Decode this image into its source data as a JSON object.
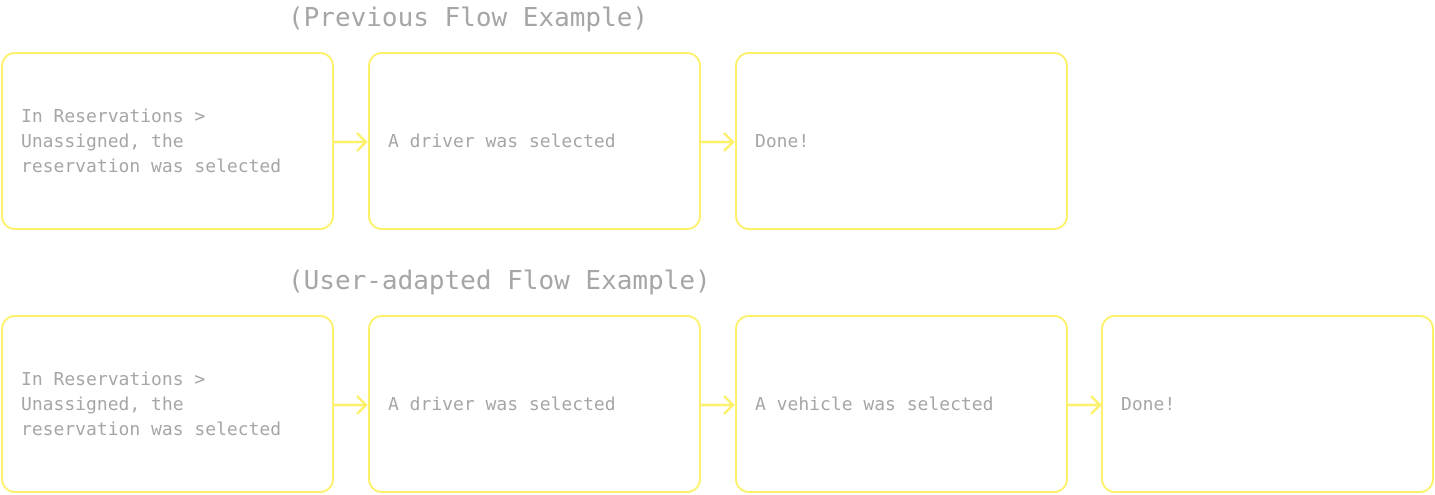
{
  "colors": {
    "box_border": "#fdf06a",
    "arrow": "#fdf06a",
    "text": "#a6a6a6"
  },
  "flows": [
    {
      "title": "(Previous Flow Example)",
      "steps": [
        "In Reservations >\nUnassigned, the\nreservation was selected",
        "A driver was selected",
        "Done!"
      ]
    },
    {
      "title": "(User-adapted Flow Example)",
      "steps": [
        "In Reservations >\nUnassigned, the\nreservation was selected",
        "A driver was selected",
        "A vehicle was selected",
        "Done!"
      ]
    }
  ]
}
